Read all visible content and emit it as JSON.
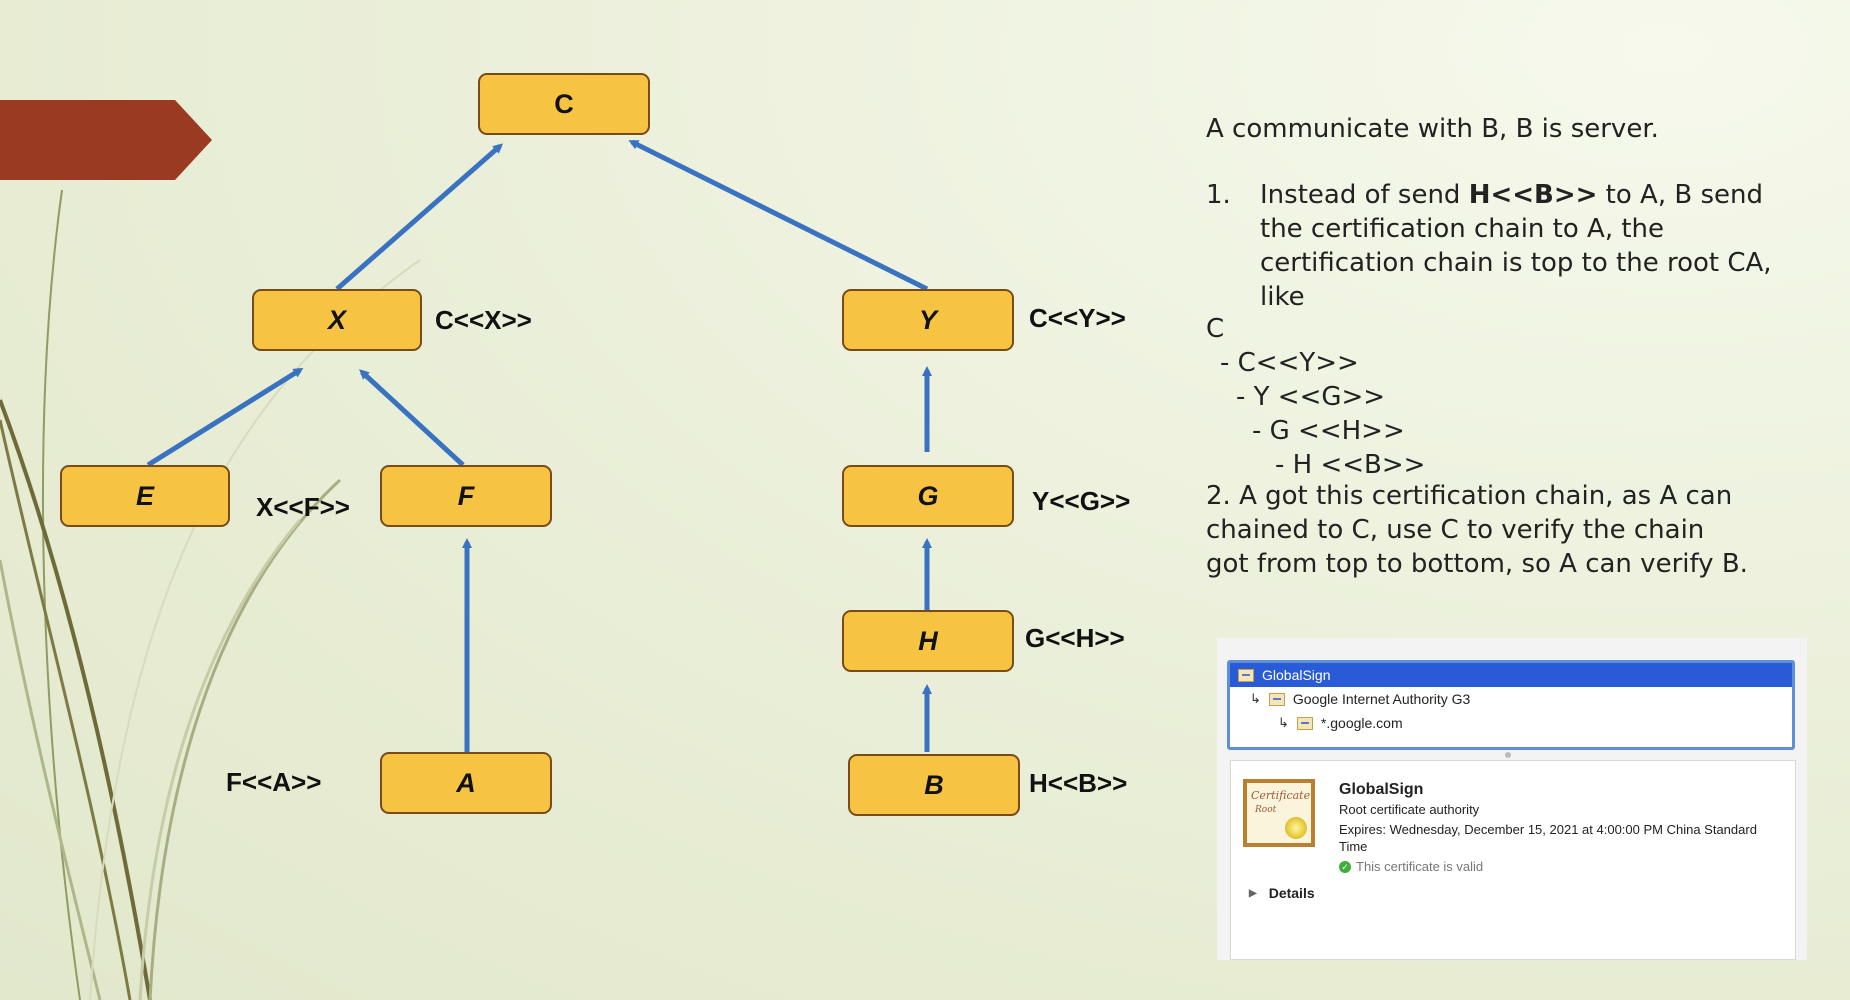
{
  "nodes": {
    "c": "C",
    "x": "X",
    "y": "Y",
    "e": "E",
    "f": "F",
    "g": "G",
    "h": "H",
    "a": "A",
    "b": "B"
  },
  "cert_labels": {
    "cx": "C<<X>>",
    "cy": "C<<Y>>",
    "xf": "X<<F>>",
    "yg": "Y<<G>>",
    "gh": "G<<H>>",
    "fa": "F<<A>>",
    "hb": "H<<B>>"
  },
  "text": {
    "intro": "A communicate with B, B is server.",
    "step1_num": "1.",
    "step1_pre": "Instead of send ",
    "step1_bold": "H<<B>>",
    "step1_post": " to A, B send the certification chain to A, the certification chain is top to the root CA, like",
    "chain": [
      "C",
      "- C<<Y>>",
      "- Y <<G>>",
      "- G <<H>>",
      "- H <<B>>"
    ],
    "step2_lines": [
      "2. A got this certification chain, as A can",
      "chained to C, use C to verify the chain",
      "got from top to bottom, so A can verify B."
    ]
  },
  "cert_panel": {
    "tree": [
      "GlobalSign",
      "Google Internet Authority G3",
      "*.google.com"
    ],
    "image_script_1": "Certificate",
    "image_script_2": "Root",
    "name": "GlobalSign",
    "type": "Root certificate authority",
    "expires": "Expires: Wednesday, December 15, 2021 at 4:00:00 PM China Standard Time",
    "valid": "This certificate is valid",
    "details": "Details"
  },
  "colors": {
    "node_fill": "#f6c343",
    "arrow": "#3a72c2",
    "accent_tab": "#9b3a22"
  }
}
